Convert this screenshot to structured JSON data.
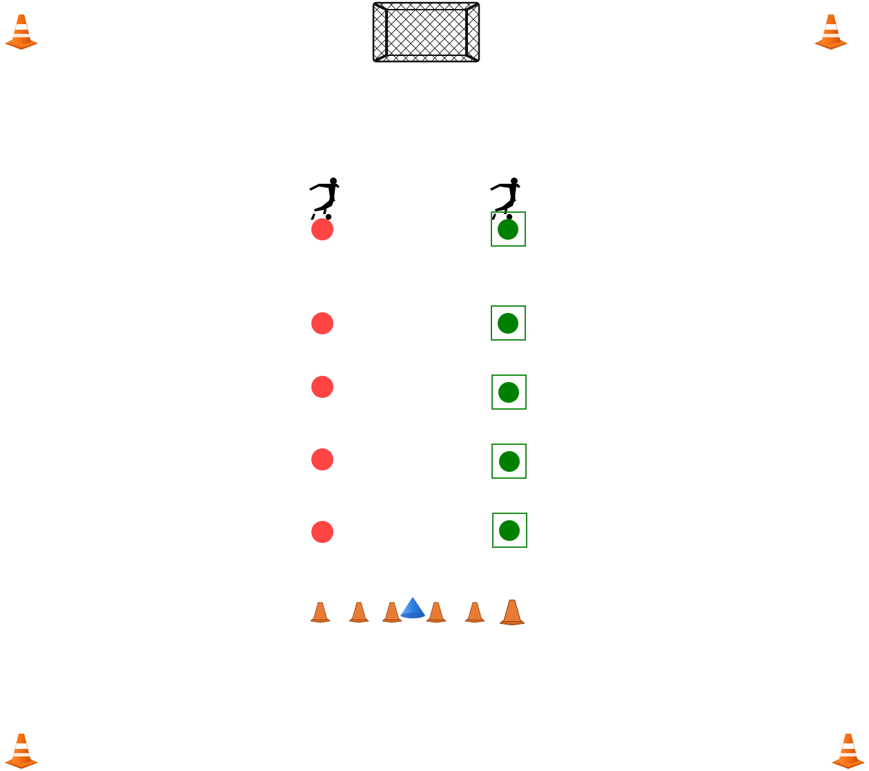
{
  "diagram": {
    "kind": "soccer-drill",
    "background": "#ffffff",
    "colors": {
      "red_team": "#ff4444",
      "green_team": "#008000",
      "green_box": "#1e8c1e",
      "cone_orange": "#e07a2e",
      "corner_cone_orange": "#f26a10",
      "marker_blue": "#2f7de1"
    },
    "elements": {
      "goal": "soccer-goal-icon",
      "corner_cones": [
        "corner-cone-icon",
        "corner-cone-icon",
        "corner-cone-icon",
        "corner-cone-icon"
      ],
      "players": [
        "player-silhouette-icon",
        "player-silhouette-icon"
      ],
      "red_markers_count": 5,
      "green_markers_count": 5,
      "small_cones_count": 6,
      "blue_marker_count": 1
    }
  }
}
